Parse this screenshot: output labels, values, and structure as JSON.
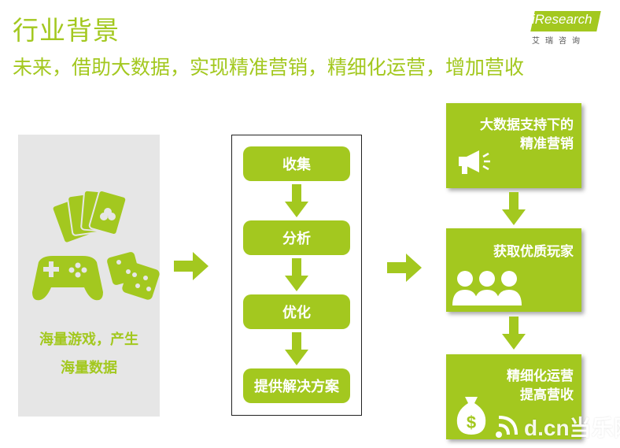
{
  "header": {
    "title": "行业背景",
    "subtitle": "未来，借助大数据，实现精准营销，精细化运营，增加营收"
  },
  "logo": {
    "brand": "iResearch",
    "sub": "艾瑞咨询"
  },
  "left_panel": {
    "line1": "海量游戏，产生",
    "line2": "海量数据",
    "icons": [
      "playing-cards-icon",
      "gamepad-icon",
      "dice-icon"
    ]
  },
  "process": {
    "steps": [
      "收集",
      "分析",
      "优化",
      "提供解决方案"
    ]
  },
  "results": {
    "box1_line1": "大数据支持下的",
    "box1_line2": "精准营销",
    "box2_line1": "获取优质玩家",
    "box3_line1": "精细化运营",
    "box3_line2": "提高营收"
  },
  "watermark": {
    "text": "d.cn当乐网"
  },
  "colors": {
    "accent": "#a3c81f",
    "panel_bg": "#e6e6e6",
    "text_white": "#ffffff"
  }
}
